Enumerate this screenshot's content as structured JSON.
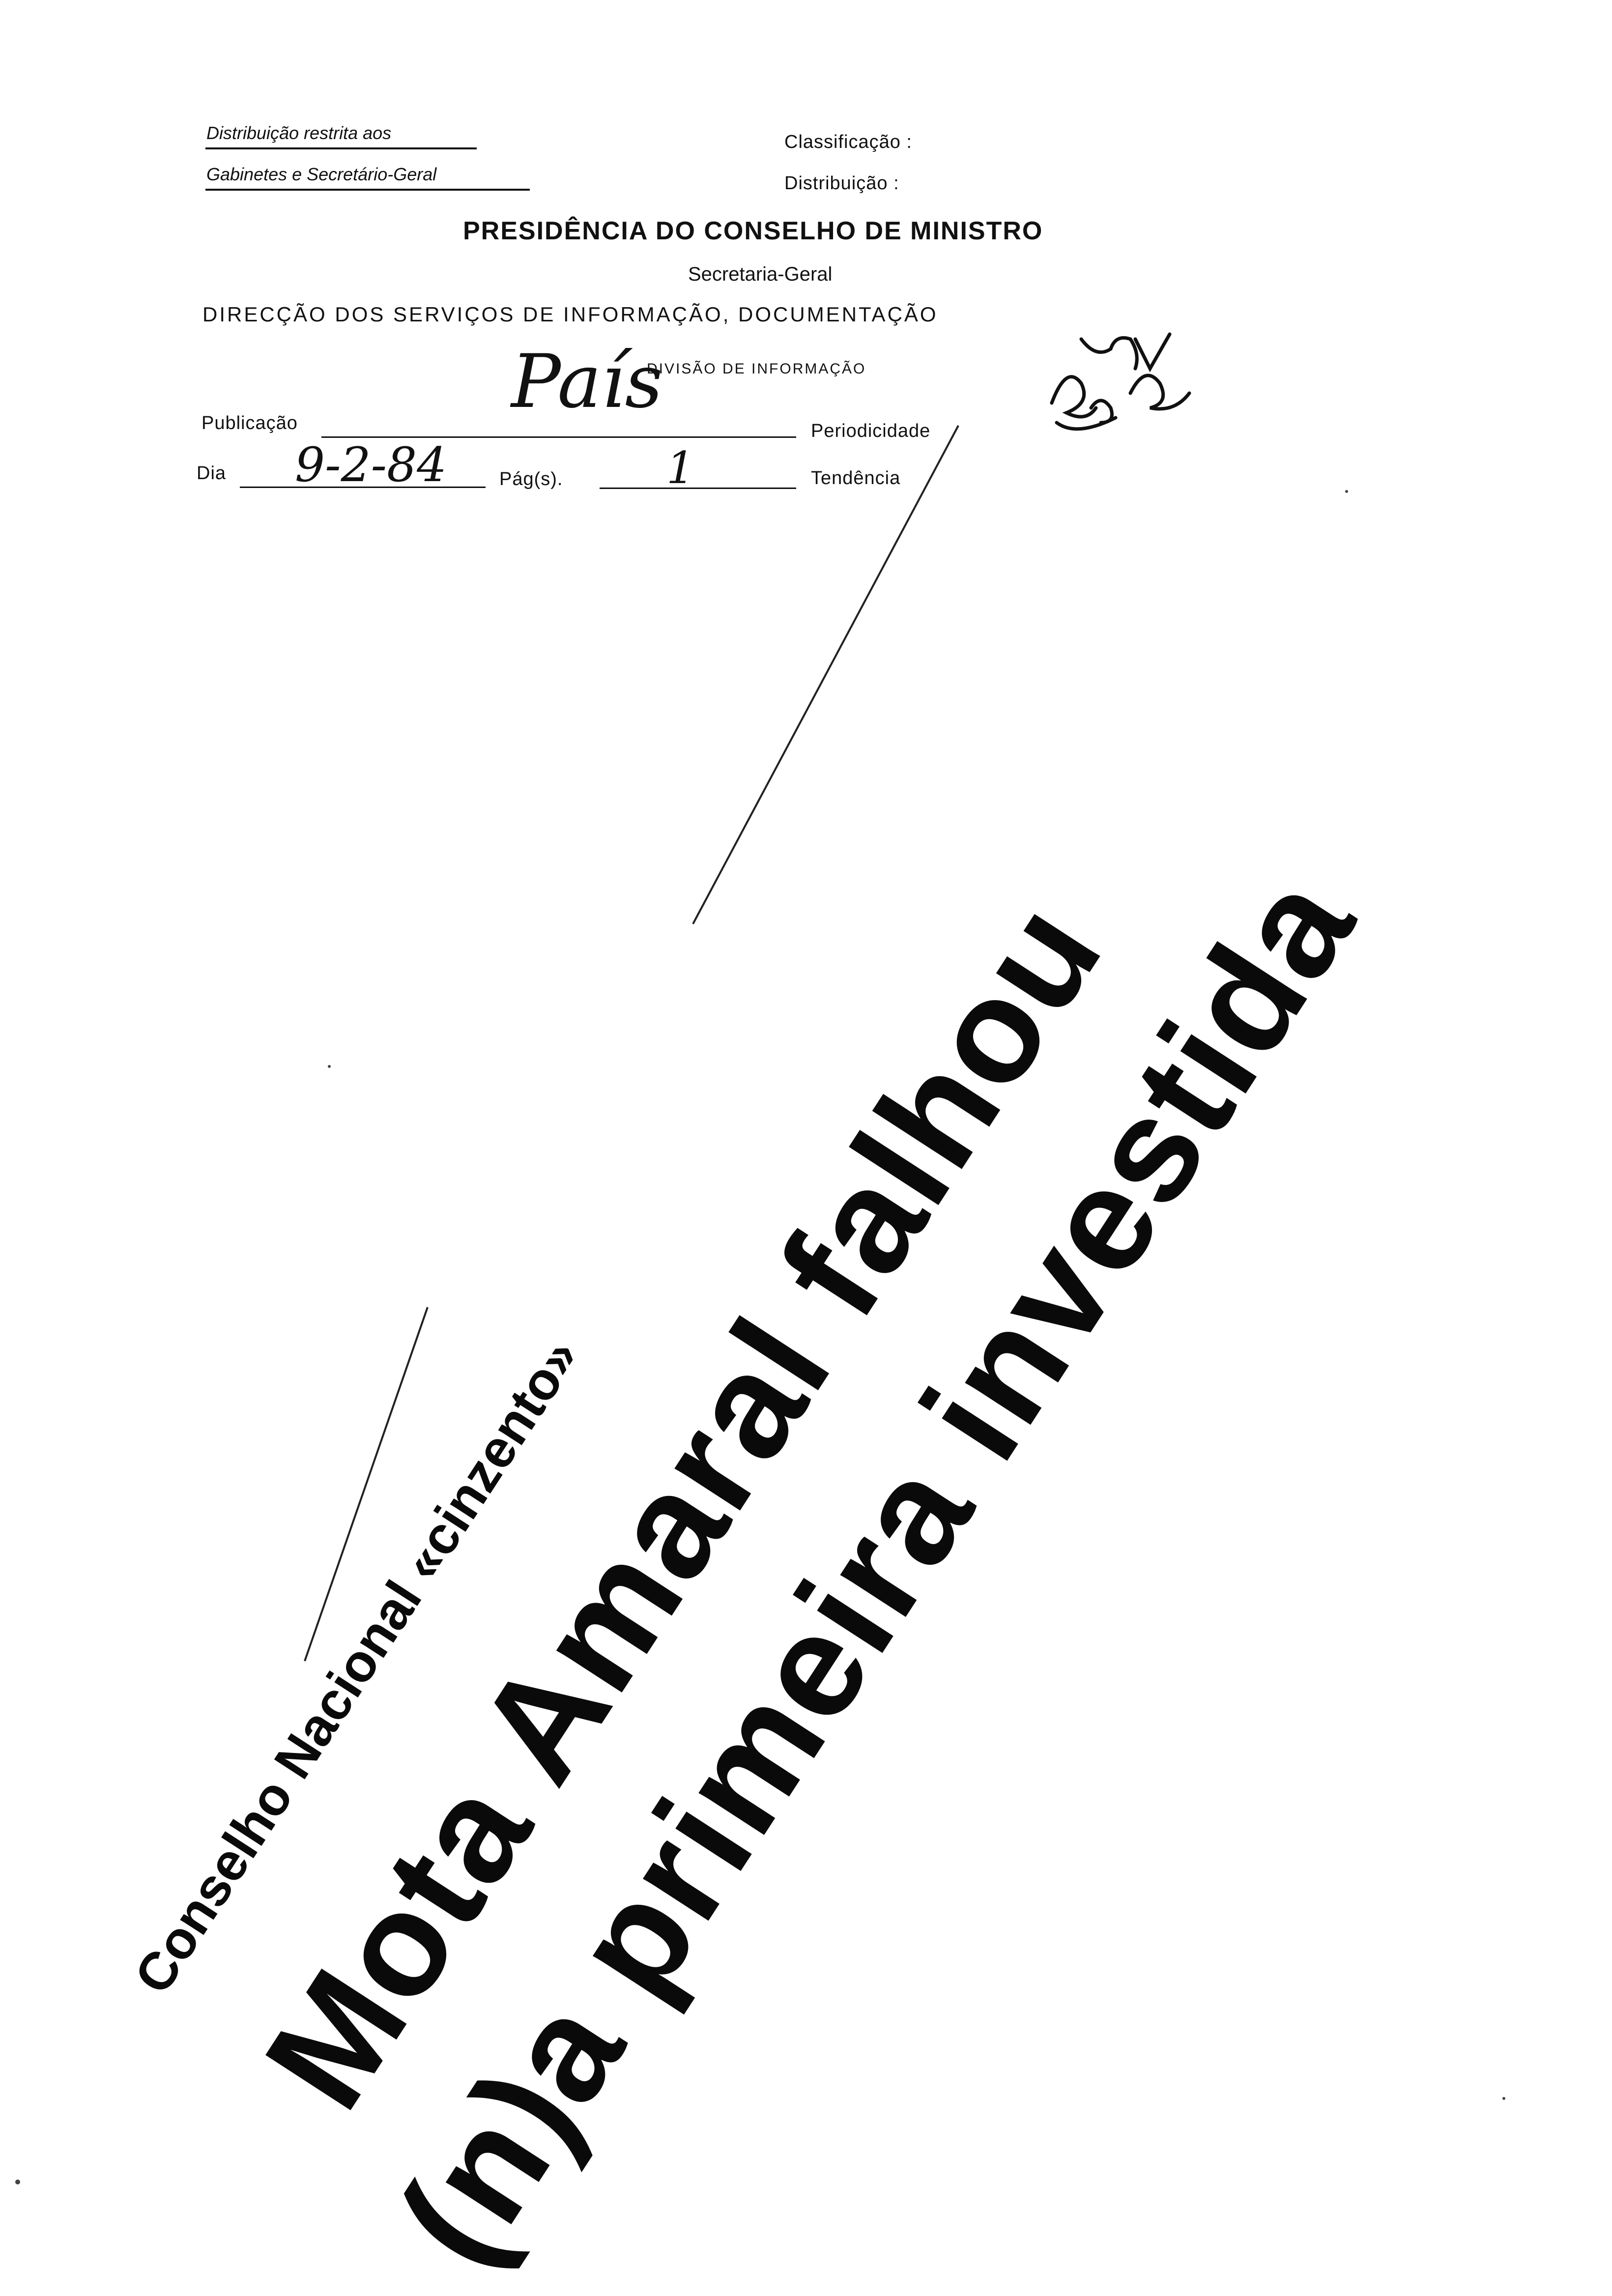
{
  "header": {
    "restricted_line1": "Distribuição restrita aos",
    "restricted_line2": "Gabinetes e Secretário-Geral",
    "classificacao_label": "Classificação :",
    "distribuicao_label": "Distribuição :",
    "title": "PRESIDÊNCIA DO CONSELHO DE MINISTRO",
    "subtitle": "Secretaria-Geral",
    "department": "DIRECÇÃO DOS SERVIÇOS DE INFORMAÇÃO, DOCUMENTAÇÃO",
    "division": "DIVISÃO DE INFORMAÇÃO"
  },
  "form": {
    "publicacao_label": "Publicação",
    "publicacao_value": "País",
    "periodicidade_label": "Periodicidade",
    "dia_label": "Dia",
    "dia_value": "9-2-84",
    "pags_label": "Pág(s).",
    "pags_value": "1",
    "tendencia_label": "Tendência"
  },
  "article": {
    "kicker": "Conselho Nacional «cinzento»",
    "headline_line1": "Mota Amaral falhou",
    "headline_line2": "(n)a primeira investida"
  }
}
